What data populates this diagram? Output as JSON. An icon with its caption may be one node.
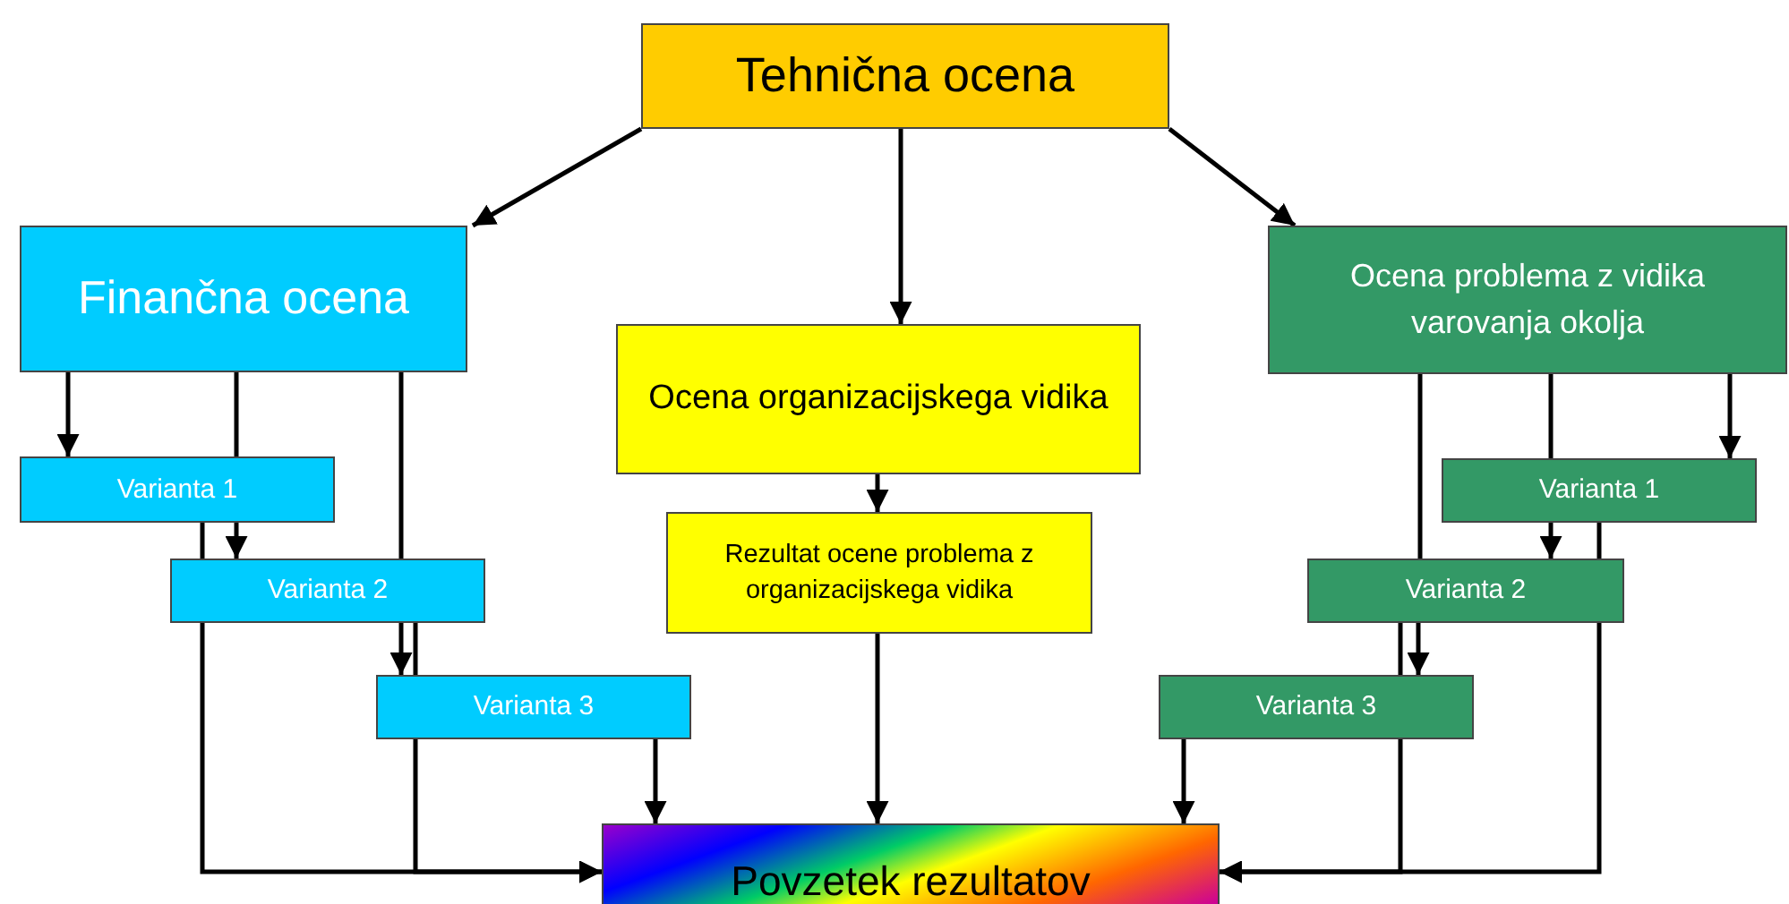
{
  "diagram": {
    "nodes": [
      {
        "text": [
          "Tehnična ocena"
        ]
      },
      {
        "text": [
          "Finančna ocena"
        ]
      },
      {
        "text": [
          "Ocena organizacijskega vidika"
        ]
      },
      {
        "text": [
          "Ocena problema  z vidika varovanja okolja"
        ]
      },
      {
        "text": [
          "Varianta 1"
        ]
      },
      {
        "text": [
          "Varianta 2"
        ]
      },
      {
        "text": [
          "Varianta 3"
        ]
      },
      {
        "text": [
          "Rezultat ocene problema z organizacijskega vidika"
        ]
      },
      {
        "text": [
          "Varianta 1"
        ]
      },
      {
        "text": [
          "Varianta 2"
        ]
      },
      {
        "text": [
          "Varianta 3"
        ]
      },
      {
        "text": [
          "Povzetek rezultatov"
        ]
      }
    ],
    "edges": [
      {
        "from": 0,
        "to": 1,
        "arrow": "to"
      },
      {
        "from": 0,
        "to": 2,
        "arrow": "to"
      },
      {
        "from": 0,
        "to": 3,
        "arrow": "to"
      },
      {
        "from": 1,
        "to": 4,
        "arrow": "to"
      },
      {
        "from": 1,
        "to": 4,
        "arrow": "none"
      },
      {
        "from": 4,
        "to": 5,
        "arrow": "to"
      },
      {
        "from": 1,
        "to": 5,
        "arrow": "none"
      },
      {
        "from": 5,
        "to": 6,
        "arrow": "to"
      },
      {
        "from": 4,
        "to": 5,
        "arrow": "none"
      },
      {
        "from": 5,
        "to": 11,
        "arrow": "to"
      },
      {
        "from": 5,
        "to": 6,
        "arrow": "none"
      },
      {
        "from": 6,
        "to": 11,
        "arrow": "to"
      },
      {
        "from": 6,
        "to": 11,
        "arrow": "to"
      },
      {
        "from": 2,
        "to": 7,
        "arrow": "to"
      },
      {
        "from": 7,
        "to": 11,
        "arrow": "to"
      },
      {
        "from": 3,
        "to": 8,
        "arrow": "to"
      },
      {
        "from": 3,
        "to": 8,
        "arrow": "none"
      },
      {
        "from": 8,
        "to": 9,
        "arrow": "to"
      },
      {
        "from": 3,
        "to": 9,
        "arrow": "none"
      },
      {
        "from": 9,
        "to": 10,
        "arrow": "to"
      },
      {
        "from": 8,
        "to": 9,
        "arrow": "none"
      },
      {
        "from": 9,
        "to": 11,
        "arrow": "to"
      },
      {
        "from": 9,
        "to": 10,
        "arrow": "none"
      },
      {
        "from": 10,
        "to": 11,
        "arrow": "to"
      },
      {
        "from": 10,
        "to": 11,
        "arrow": "to"
      }
    ]
  }
}
